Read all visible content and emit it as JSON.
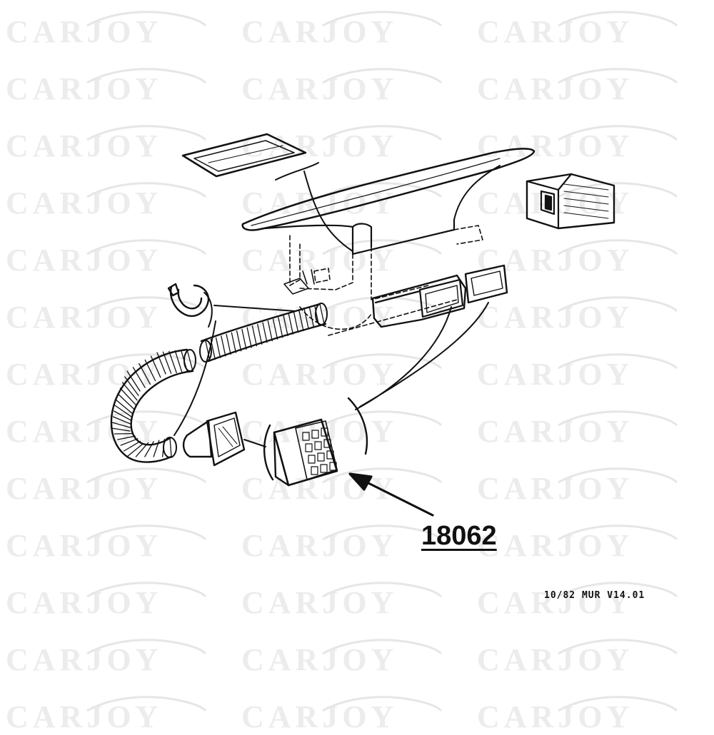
{
  "watermark": {
    "text": "CARJOY"
  },
  "callout": {
    "part_number": "18062"
  },
  "footer": {
    "revision": "10/82  MUR  V14.01"
  },
  "colors": {
    "ink": "#111111",
    "watermark": "#ececec",
    "background": "#ffffff"
  }
}
